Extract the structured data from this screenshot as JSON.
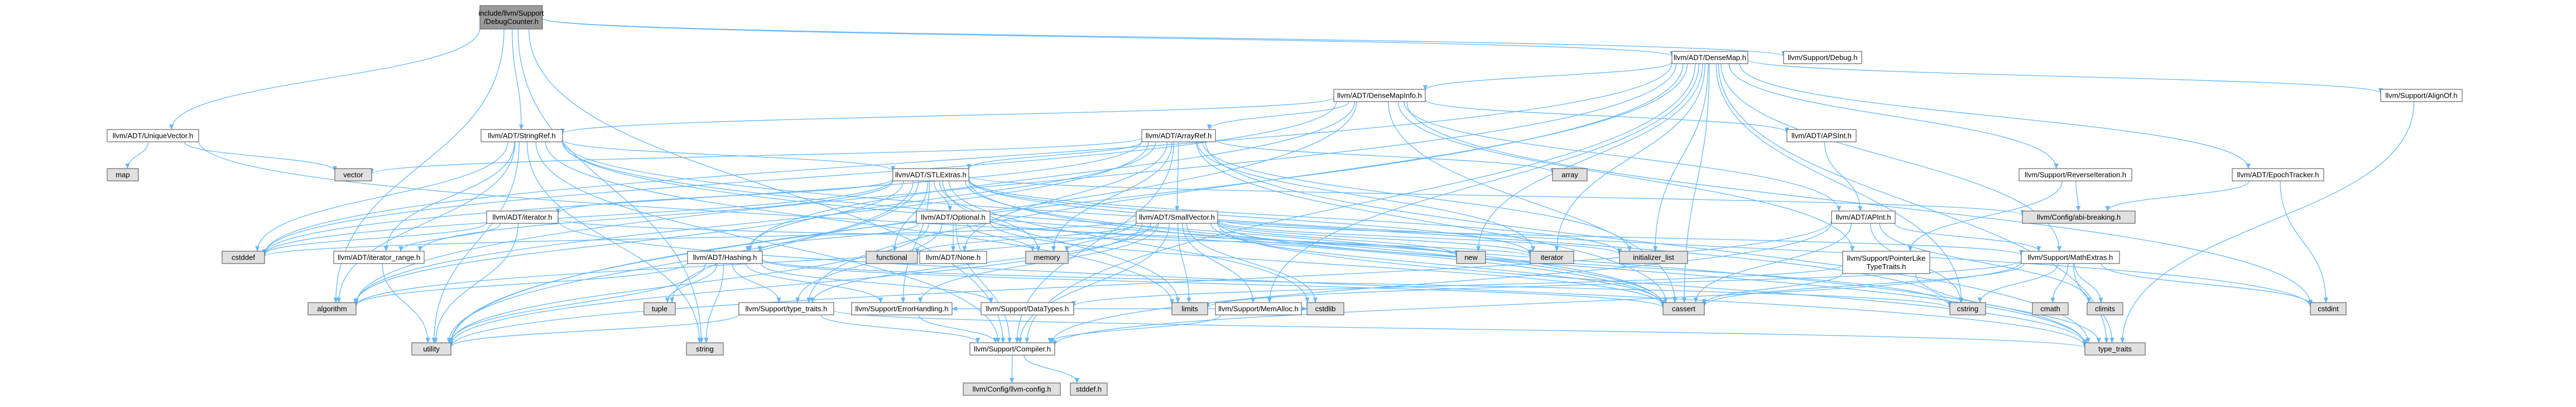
{
  "colors": {
    "root_fill": "#999999",
    "node_fill": "#ffffff",
    "system_fill": "#e0e0e0",
    "red_fill": "#ffffff",
    "red_border": "#ff0000",
    "edge": "#63b8ff"
  },
  "nodes": [
    {
      "id": "root",
      "label": "include/llvm/Support\n/DebugCounter.h",
      "kind": "root"
    },
    {
      "id": "densemap",
      "label": "llvm/ADT/DenseMap.h",
      "kind": "node"
    },
    {
      "id": "debug",
      "label": "llvm/Support/Debug.h",
      "kind": "node"
    },
    {
      "id": "uniquevector",
      "label": "llvm/ADT/UniqueVector.h",
      "kind": "node"
    },
    {
      "id": "stringref",
      "label": "llvm/ADT/StringRef.h",
      "kind": "node"
    },
    {
      "id": "densemapinfo",
      "label": "llvm/ADT/DenseMapInfo.h",
      "kind": "node"
    },
    {
      "id": "alignof",
      "label": "llvm/Support/AlignOf.h",
      "kind": "node"
    },
    {
      "id": "arrayref",
      "label": "llvm/ADT/ArrayRef.h",
      "kind": "node"
    },
    {
      "id": "apsint",
      "label": "llvm/ADT/APSInt.h",
      "kind": "node"
    },
    {
      "id": "reverseiter",
      "label": "llvm/Support/ReverseIteration.h",
      "kind": "node"
    },
    {
      "id": "epochtracker",
      "label": "llvm/ADT/EpochTracker.h",
      "kind": "node"
    },
    {
      "id": "stlextras",
      "label": "llvm/ADT/STLExtras.h",
      "kind": "node"
    },
    {
      "id": "apint",
      "label": "llvm/ADT/APInt.h",
      "kind": "node"
    },
    {
      "id": "iteratorh",
      "label": "llvm/ADT/iterator.h",
      "kind": "node"
    },
    {
      "id": "optional",
      "label": "llvm/ADT/Optional.h",
      "kind": "node"
    },
    {
      "id": "smallvector",
      "label": "llvm/ADT/SmallVector.h",
      "kind": "node"
    },
    {
      "id": "pointerlike",
      "label": "llvm/Support/PointerLike\nTypeTraits.h",
      "kind": "node"
    },
    {
      "id": "mathextras",
      "label": "llvm/Support/MathExtras.h",
      "kind": "node"
    },
    {
      "id": "iterrange",
      "label": "llvm/ADT/iterator_range.h",
      "kind": "node"
    },
    {
      "id": "none",
      "label": "llvm/ADT/None.h",
      "kind": "node"
    },
    {
      "id": "hashing",
      "label": "llvm/ADT/Hashing.h",
      "kind": "red"
    },
    {
      "id": "memalloc",
      "label": "llvm/Support/MemAlloc.h",
      "kind": "node"
    },
    {
      "id": "typetraits",
      "label": "llvm/Support/type_traits.h",
      "kind": "node"
    },
    {
      "id": "errorhandling",
      "label": "llvm/Support/ErrorHandling.h",
      "kind": "node"
    },
    {
      "id": "datatypes",
      "label": "llvm/Support/DataTypes.h",
      "kind": "red"
    },
    {
      "id": "compiler",
      "label": "llvm/Support/Compiler.h",
      "kind": "node"
    },
    {
      "id": "llvmconfig",
      "label": "llvm/Config/llvm-config.h",
      "kind": "system"
    },
    {
      "id": "stddef",
      "label": "stddef.h",
      "kind": "system"
    },
    {
      "id": "configbreaking",
      "label": "llvm/Config/abi-breaking.h",
      "kind": "system"
    },
    {
      "id": "map",
      "label": "map",
      "kind": "system"
    },
    {
      "id": "vector",
      "label": "vector",
      "kind": "system"
    },
    {
      "id": "cstddef",
      "label": "cstddef",
      "kind": "system"
    },
    {
      "id": "array",
      "label": "array",
      "kind": "system"
    },
    {
      "id": "functional",
      "label": "functional",
      "kind": "system"
    },
    {
      "id": "memory",
      "label": "memory",
      "kind": "system"
    },
    {
      "id": "new",
      "label": "new",
      "kind": "system"
    },
    {
      "id": "iterator",
      "label": "iterator",
      "kind": "system"
    },
    {
      "id": "initlist",
      "label": "initializer_list",
      "kind": "system"
    },
    {
      "id": "cassert",
      "label": "cassert",
      "kind": "system"
    },
    {
      "id": "climits",
      "label": "climits",
      "kind": "system"
    },
    {
      "id": "cmath",
      "label": "cmath",
      "kind": "system"
    },
    {
      "id": "cstdint",
      "label": "cstdint",
      "kind": "system"
    },
    {
      "id": "cstring",
      "label": "cstring",
      "kind": "system"
    },
    {
      "id": "limits",
      "label": "limits",
      "kind": "system"
    },
    {
      "id": "cstdlib",
      "label": "cstdlib",
      "kind": "system"
    },
    {
      "id": "algorithm",
      "label": "algorithm",
      "kind": "system"
    },
    {
      "id": "tuple",
      "label": "tuple",
      "kind": "system"
    },
    {
      "id": "utility",
      "label": "utility",
      "kind": "system"
    },
    {
      "id": "string",
      "label": "string",
      "kind": "system"
    },
    {
      "id": "type_traits",
      "label": "type_traits",
      "kind": "system"
    }
  ],
  "edges": [
    [
      "root",
      "densemap"
    ],
    [
      "root",
      "debug"
    ],
    [
      "root",
      "uniquevector"
    ],
    [
      "root",
      "stringref"
    ],
    [
      "root",
      "algorithm"
    ],
    [
      "root",
      "string"
    ],
    [
      "root",
      "compiler"
    ],
    [
      "densemap",
      "densemapinfo"
    ],
    [
      "densemap",
      "epochtracker"
    ],
    [
      "densemap",
      "alignof"
    ],
    [
      "densemap",
      "compiler"
    ],
    [
      "densemap",
      "mathextras"
    ],
    [
      "densemap",
      "memalloc"
    ],
    [
      "densemap",
      "reverseiter"
    ],
    [
      "densemap",
      "typetraits"
    ],
    [
      "densemap",
      "algorithm"
    ],
    [
      "densemap",
      "cassert"
    ],
    [
      "densemap",
      "cstddef"
    ],
    [
      "densemap",
      "cstring"
    ],
    [
      "densemap",
      "initlist"
    ],
    [
      "densemap",
      "iterator"
    ],
    [
      "densemap",
      "new"
    ],
    [
      "densemap",
      "type_traits"
    ],
    [
      "densemap",
      "utility"
    ],
    [
      "uniquevector",
      "map"
    ],
    [
      "uniquevector",
      "vector"
    ],
    [
      "uniquevector",
      "cassert"
    ],
    [
      "stringref",
      "stlextras"
    ],
    [
      "stringref",
      "iterrange"
    ],
    [
      "stringref",
      "compiler"
    ],
    [
      "stringref",
      "algorithm"
    ],
    [
      "stringref",
      "cassert"
    ],
    [
      "stringref",
      "cstddef"
    ],
    [
      "stringref",
      "cstring"
    ],
    [
      "stringref",
      "limits"
    ],
    [
      "stringref",
      "string"
    ],
    [
      "stringref",
      "type_traits"
    ],
    [
      "stringref",
      "utility"
    ],
    [
      "densemapinfo",
      "apint"
    ],
    [
      "densemapinfo",
      "apsint"
    ],
    [
      "densemapinfo",
      "arrayref"
    ],
    [
      "densemapinfo",
      "hashing"
    ],
    [
      "densemapinfo",
      "stringref"
    ],
    [
      "densemapinfo",
      "pointerlike"
    ],
    [
      "densemapinfo",
      "cassert"
    ],
    [
      "densemapinfo",
      "cstddef"
    ],
    [
      "densemapinfo",
      "cstdint"
    ],
    [
      "densemapinfo",
      "utility"
    ],
    [
      "alignof",
      "type_traits"
    ],
    [
      "arrayref",
      "hashing"
    ],
    [
      "arrayref",
      "none"
    ],
    [
      "arrayref",
      "smallvector"
    ],
    [
      "arrayref",
      "stlextras"
    ],
    [
      "arrayref",
      "compiler"
    ],
    [
      "arrayref",
      "algorithm"
    ],
    [
      "arrayref",
      "array"
    ],
    [
      "arrayref",
      "cassert"
    ],
    [
      "arrayref",
      "cstddef"
    ],
    [
      "arrayref",
      "initlist"
    ],
    [
      "arrayref",
      "iterator"
    ],
    [
      "arrayref",
      "memory"
    ],
    [
      "arrayref",
      "type_traits"
    ],
    [
      "arrayref",
      "vector"
    ],
    [
      "apsint",
      "apint"
    ],
    [
      "reverseiter",
      "configbreaking"
    ],
    [
      "reverseiter",
      "pointerlike"
    ],
    [
      "epochtracker",
      "configbreaking"
    ],
    [
      "epochtracker",
      "cstdint"
    ],
    [
      "stlextras",
      "optional"
    ],
    [
      "stlextras",
      "iteratorh"
    ],
    [
      "stlextras",
      "iterrange"
    ],
    [
      "stlextras",
      "configbreaking"
    ],
    [
      "stlextras",
      "errorhandling"
    ],
    [
      "stlextras",
      "algorithm"
    ],
    [
      "stlextras",
      "cassert"
    ],
    [
      "stlextras",
      "cstddef"
    ],
    [
      "stlextras",
      "cstdint"
    ],
    [
      "stlextras",
      "cstdlib"
    ],
    [
      "stlextras",
      "functional"
    ],
    [
      "stlextras",
      "initlist"
    ],
    [
      "stlextras",
      "iterator"
    ],
    [
      "stlextras",
      "limits"
    ],
    [
      "stlextras",
      "memory"
    ],
    [
      "stlextras",
      "tuple"
    ],
    [
      "stlextras",
      "type_traits"
    ],
    [
      "stlextras",
      "utility"
    ],
    [
      "apint",
      "compiler"
    ],
    [
      "apint",
      "mathextras"
    ],
    [
      "apint",
      "cassert"
    ],
    [
      "apint",
      "climits"
    ],
    [
      "apint",
      "cstring"
    ],
    [
      "apint",
      "utility"
    ],
    [
      "iteratorh",
      "iterrange"
    ],
    [
      "iteratorh",
      "cstddef"
    ],
    [
      "iteratorh",
      "iterator"
    ],
    [
      "iteratorh",
      "type_traits"
    ],
    [
      "iteratorh",
      "utility"
    ],
    [
      "optional",
      "hashing"
    ],
    [
      "optional",
      "none"
    ],
    [
      "optional",
      "compiler"
    ],
    [
      "optional",
      "typetraits"
    ],
    [
      "optional",
      "cassert"
    ],
    [
      "optional",
      "memory"
    ],
    [
      "optional",
      "new"
    ],
    [
      "optional",
      "utility"
    ],
    [
      "smallvector",
      "compiler"
    ],
    [
      "smallvector",
      "errorhandling"
    ],
    [
      "smallvector",
      "mathextras"
    ],
    [
      "smallvector",
      "memalloc"
    ],
    [
      "smallvector",
      "typetraits"
    ],
    [
      "smallvector",
      "algorithm"
    ],
    [
      "smallvector",
      "cassert"
    ],
    [
      "smallvector",
      "cstddef"
    ],
    [
      "smallvector",
      "cstdlib"
    ],
    [
      "smallvector",
      "cstring"
    ],
    [
      "smallvector",
      "functional"
    ],
    [
      "smallvector",
      "initlist"
    ],
    [
      "smallvector",
      "iterator"
    ],
    [
      "smallvector",
      "limits"
    ],
    [
      "smallvector",
      "memory"
    ],
    [
      "smallvector",
      "new"
    ],
    [
      "smallvector",
      "type_traits"
    ],
    [
      "smallvector",
      "utility"
    ],
    [
      "pointerlike",
      "datatypes"
    ],
    [
      "pointerlike",
      "cassert"
    ],
    [
      "pointerlike",
      "type_traits"
    ],
    [
      "mathextras",
      "compiler"
    ],
    [
      "mathextras",
      "cassert"
    ],
    [
      "mathextras",
      "climits"
    ],
    [
      "mathextras",
      "cmath"
    ],
    [
      "mathextras",
      "cstdint"
    ],
    [
      "mathextras",
      "cstring"
    ],
    [
      "mathextras",
      "limits"
    ],
    [
      "mathextras",
      "type_traits"
    ],
    [
      "iterrange",
      "utility"
    ],
    [
      "hashing",
      "errorhandling"
    ],
    [
      "hashing",
      "datatypes"
    ],
    [
      "hashing",
      "typetraits"
    ],
    [
      "hashing",
      "algorithm"
    ],
    [
      "hashing",
      "cassert"
    ],
    [
      "hashing",
      "cstring"
    ],
    [
      "hashing",
      "string"
    ],
    [
      "hashing",
      "tuple"
    ],
    [
      "hashing",
      "utility"
    ],
    [
      "memalloc",
      "compiler"
    ],
    [
      "memalloc",
      "errorhandling"
    ],
    [
      "memalloc",
      "cstdlib"
    ],
    [
      "typetraits",
      "compiler"
    ],
    [
      "typetraits",
      "type_traits"
    ],
    [
      "typetraits",
      "utility"
    ],
    [
      "errorhandling",
      "compiler"
    ],
    [
      "compiler",
      "llvmconfig"
    ],
    [
      "compiler",
      "stddef"
    ]
  ]
}
